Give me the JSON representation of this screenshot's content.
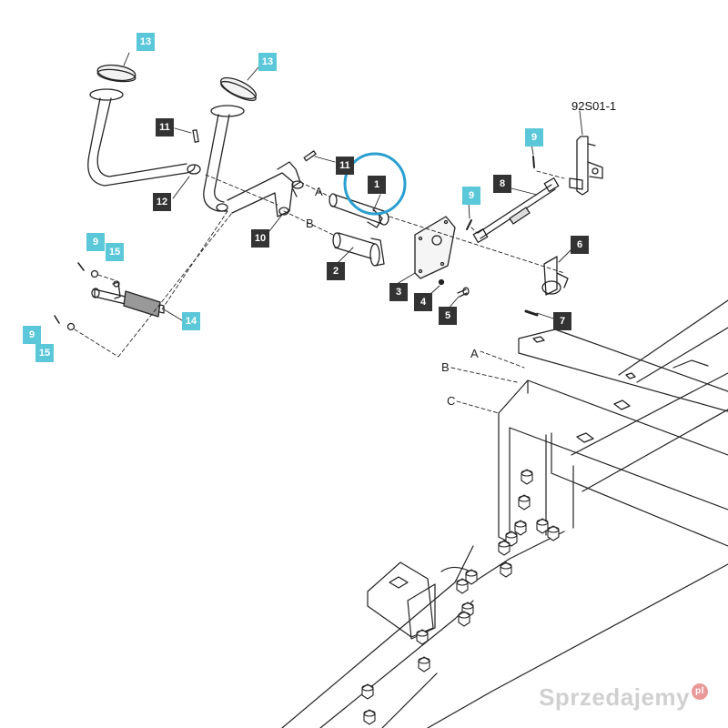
{
  "drawing_code": "92S01-1",
  "highlight_color": "#2a9fd0",
  "part_labels": [
    {
      "id": "13",
      "text": "13",
      "style": "cyan"
    },
    {
      "id": "13b",
      "text": "13",
      "style": "cyan"
    },
    {
      "id": "11",
      "text": "11",
      "style": "dark"
    },
    {
      "id": "11b",
      "text": "11",
      "style": "dark"
    },
    {
      "id": "12",
      "text": "12",
      "style": "dark"
    },
    {
      "id": "10",
      "text": "10",
      "style": "dark"
    },
    {
      "id": "1",
      "text": "1",
      "style": "dark"
    },
    {
      "id": "2",
      "text": "2",
      "style": "dark"
    },
    {
      "id": "3",
      "text": "3",
      "style": "dark"
    },
    {
      "id": "4",
      "text": "4",
      "style": "dark"
    },
    {
      "id": "5",
      "text": "5",
      "style": "dark"
    },
    {
      "id": "6",
      "text": "6",
      "style": "dark"
    },
    {
      "id": "7",
      "text": "7",
      "style": "dark"
    },
    {
      "id": "8",
      "text": "8",
      "style": "dark"
    },
    {
      "id": "9a",
      "text": "9",
      "style": "cyan"
    },
    {
      "id": "9b",
      "text": "9",
      "style": "cyan"
    },
    {
      "id": "9c",
      "text": "9",
      "style": "cyan"
    },
    {
      "id": "9d",
      "text": "9",
      "style": "cyan"
    },
    {
      "id": "14",
      "text": "14",
      "style": "cyan"
    },
    {
      "id": "15a",
      "text": "15",
      "style": "cyan"
    },
    {
      "id": "15b",
      "text": "15",
      "style": "cyan"
    }
  ],
  "connector_letters": [
    "A",
    "B",
    "A",
    "B",
    "C"
  ],
  "watermark": {
    "text": "Sprzedajemy",
    "badge": "pl"
  }
}
